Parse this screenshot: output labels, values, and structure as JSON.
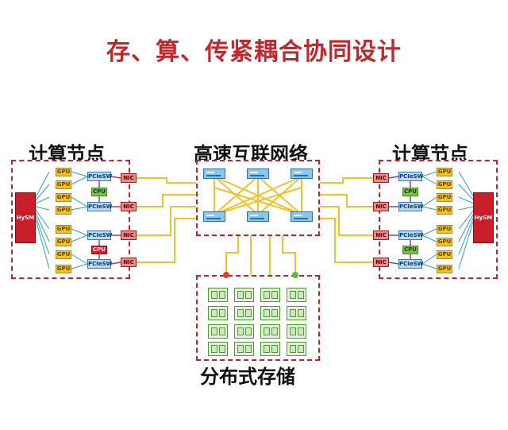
{
  "title": "存、算、传紧耦合协同设计",
  "sections": {
    "compute_left": "计算节点",
    "network": "高速互联网络",
    "compute_right": "计算节点",
    "storage": "分布式存储"
  },
  "labels": {
    "gpu": "GPU",
    "cpu": "CPU",
    "pcie_switch": "PCIeSW",
    "nic": "NIC",
    "hysm": "HySM"
  },
  "colors": {
    "title": "#c0282d",
    "dashed_border": "#cc1f2a",
    "gpu": "#f2c229",
    "cpu": "#7cc04a",
    "cpu_alt": "#e01d24",
    "switch": "#b9daf2",
    "nic": "#ef8a8a",
    "link": "#f2c229",
    "gpu_link": "#2a9fd8",
    "cpu_link": "#8a3fb0"
  }
}
